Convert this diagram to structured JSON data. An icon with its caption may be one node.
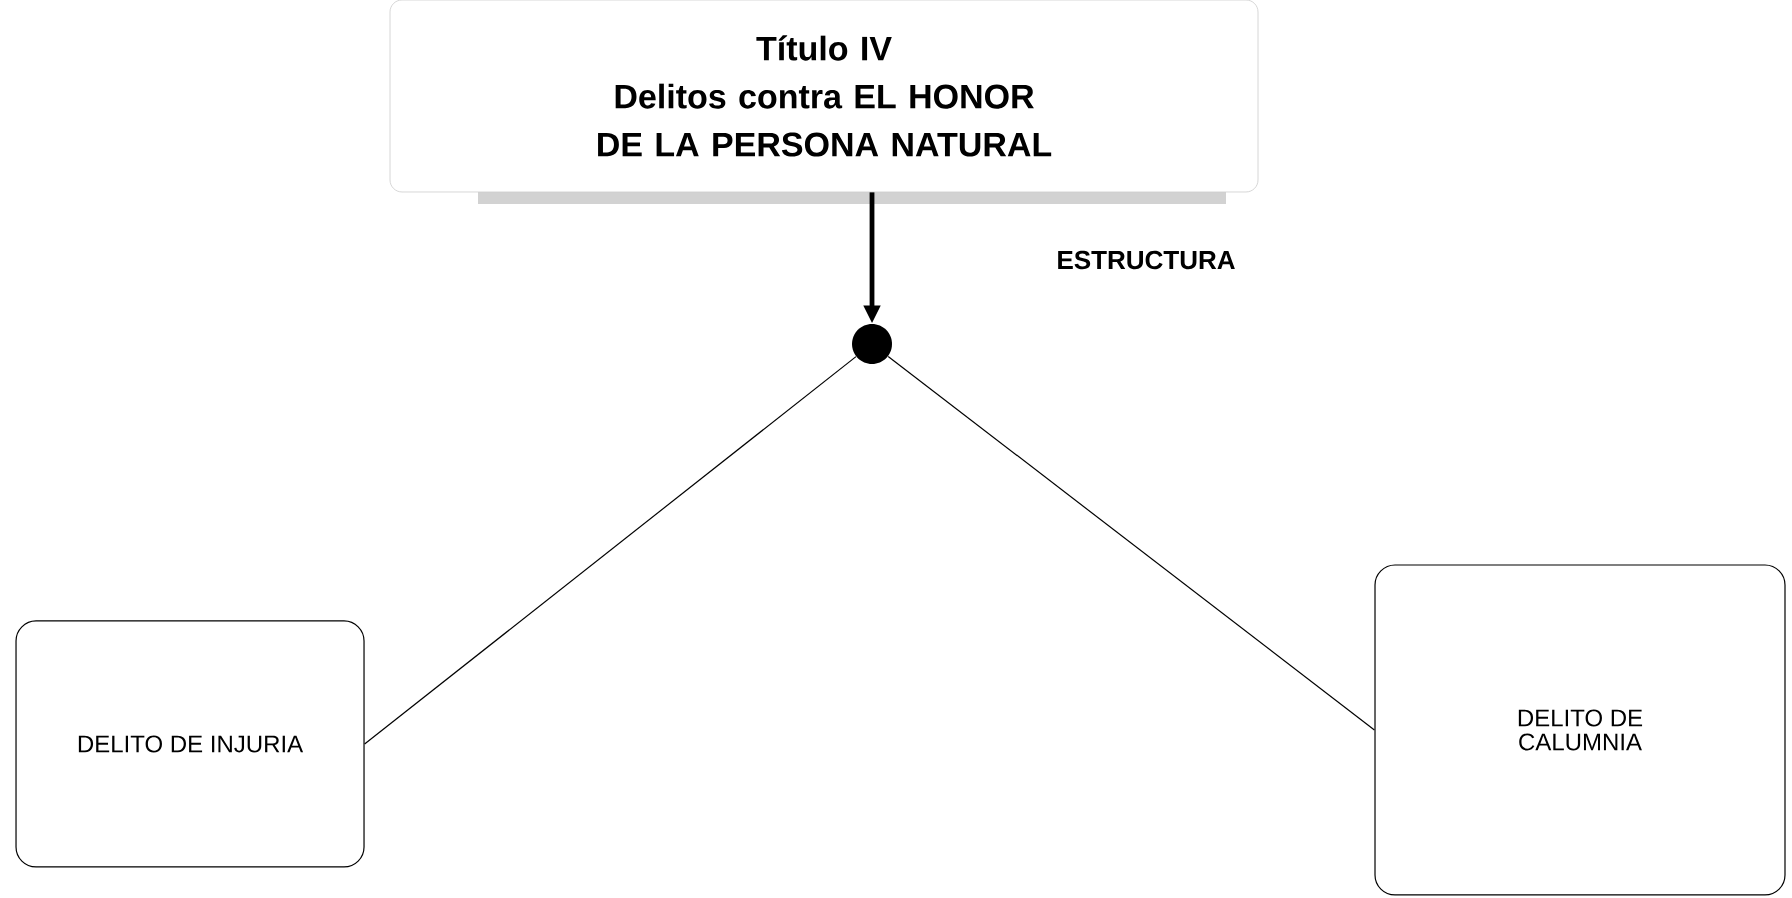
{
  "diagram": {
    "nodes": [
      {
        "text": [
          "Título IV",
          "Delitos contra EL HONOR DE LA PERSONA NATURAL"
        ]
      },
      {
        "text": [],
        "shape": "circle"
      },
      {
        "text": [
          "DELITO DE INJURIA"
        ]
      },
      {
        "text": [
          "DELITO DE CALUMNIA"
        ]
      }
    ],
    "edges": [
      {
        "from": 0,
        "to": 1,
        "arrow": "to",
        "style": "thick"
      },
      {
        "from": 1,
        "to": 2,
        "arrow": "none"
      },
      {
        "from": 1,
        "to": 3,
        "arrow": "none"
      }
    ],
    "labels": [
      "ESTRUCTURA"
    ]
  }
}
